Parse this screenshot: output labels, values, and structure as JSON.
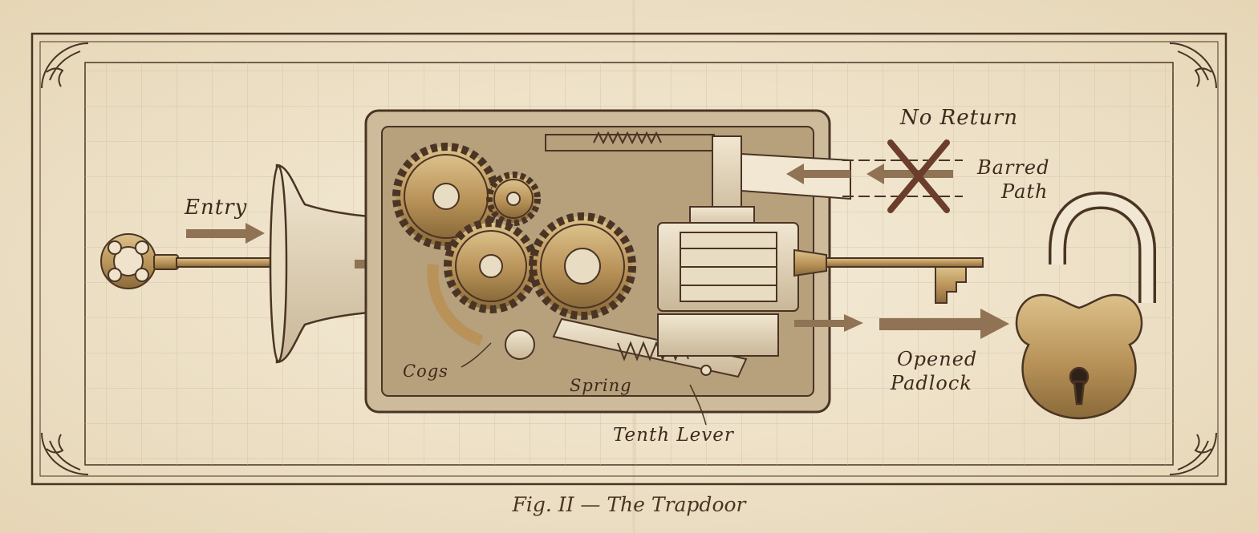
{
  "caption": "Fig. II — The Trapdoor",
  "labels": {
    "entry": "Entry",
    "no_return": "No Return",
    "barred_path_1": "Barred",
    "barred_path_2": "Path",
    "opened_padlock_1": "Opened",
    "opened_padlock_2": "Padlock",
    "cogs": "Cogs",
    "spring": "Spring",
    "tenth_lever": "Tenth Lever"
  },
  "colors": {
    "paper": "#efe3cb",
    "ink": "#4a3424",
    "brass": "#c4a066",
    "brass_dark": "#8a6a3a",
    "arrow": "#8f7354",
    "barrier": "#6a3e2a"
  },
  "icons": {
    "key_left": "key-icon",
    "key_right": "key-icon",
    "padlock": "open-padlock-icon",
    "barrier": "x-mark-icon"
  }
}
